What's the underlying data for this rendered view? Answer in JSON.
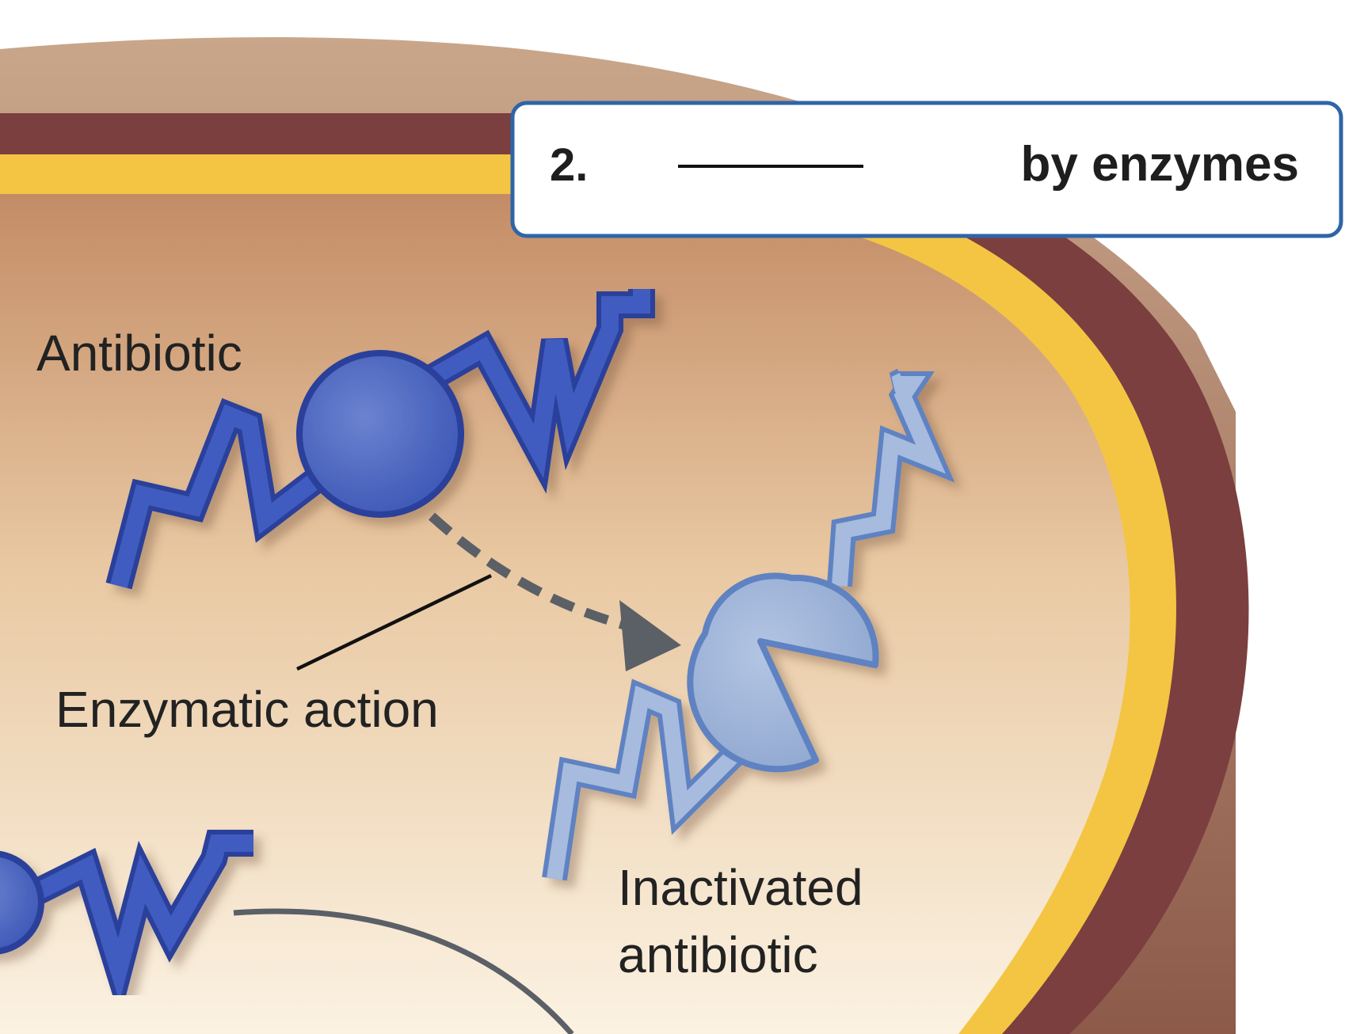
{
  "question_box": {
    "number": "2.",
    "suffix": "by enzymes"
  },
  "labels": {
    "antibiotic": "Antibiotic",
    "enzymatic_action": "Enzymatic action",
    "inactivated_line1": "Inactivated",
    "inactivated_line2": "antibiotic"
  },
  "colors": {
    "outer_wall": "#7b3f3f",
    "inner_membrane": "#f4c542",
    "cytoplasm_top": "#c8926a",
    "cytoplasm_bottom": "#fbf1df",
    "surface_texture": "#b58a6a",
    "antibiotic_active": "#3a55b5",
    "antibiotic_inactive": "#93acd4",
    "box_border": "#2f65a8",
    "arrow": "#5b5f66"
  }
}
